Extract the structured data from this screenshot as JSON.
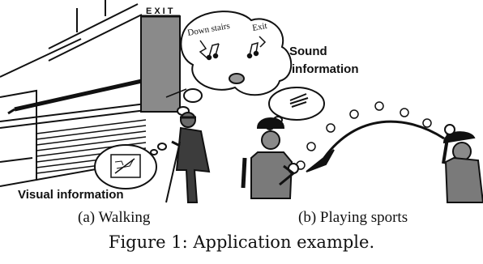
{
  "labels": {
    "exit_sign": "EXIT",
    "down_stairs": "Down stairs",
    "exit_word": "Exit",
    "sound_information": "Sound information",
    "visual_information": "Visual information"
  },
  "subcaptions": {
    "a": "(a) Walking",
    "b": "(b) Playing sports"
  },
  "caption": "Figure 1: Application example."
}
